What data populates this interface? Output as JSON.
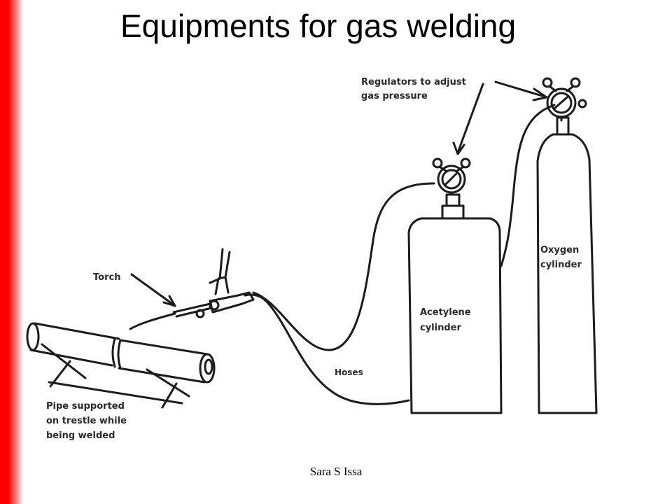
{
  "slide": {
    "title": "Equipments for gas welding",
    "footer": "Sara S Issa"
  },
  "diagram": {
    "labels": {
      "regulators_line1": "Regulators to adjust",
      "regulators_line2": "gas pressure",
      "oxygen_line1": "Oxygen",
      "oxygen_line2": "cylinder",
      "acetylene_line1": "Acetylene",
      "acetylene_line2": "cylinder",
      "torch": "Torch",
      "hoses": "Hoses",
      "pipe_line1": "Pipe supported",
      "pipe_line2": "on trestle while",
      "pipe_line3": "being welded"
    }
  },
  "colors": {
    "accent_bar": "#ff0000",
    "line": "#1c1c1c"
  }
}
